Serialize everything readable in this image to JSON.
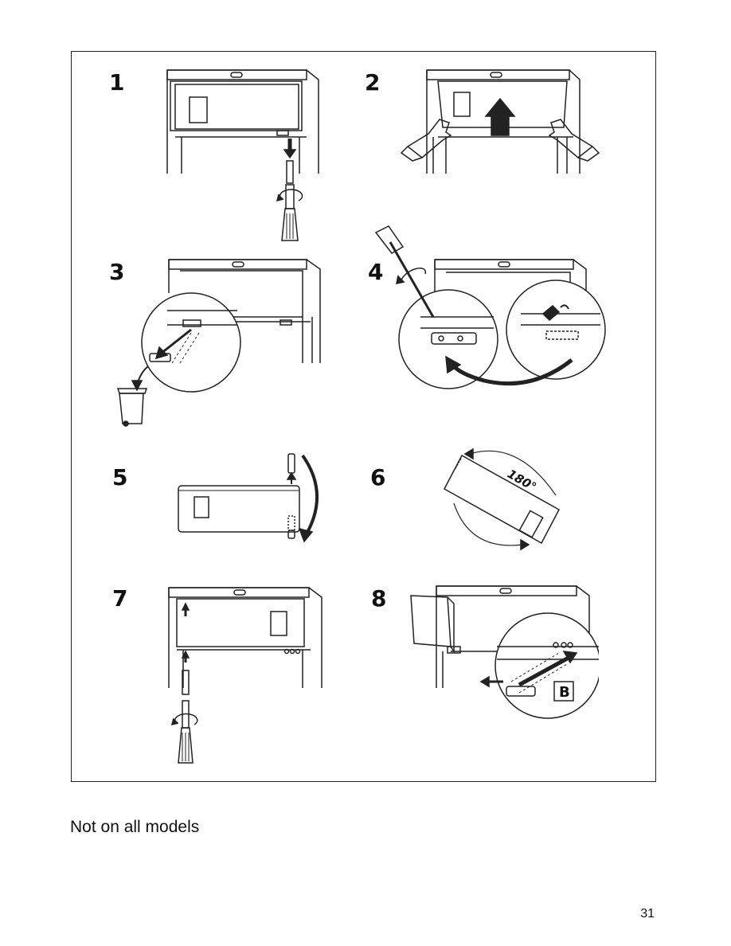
{
  "steps": [
    {
      "number": "1"
    },
    {
      "number": "2"
    },
    {
      "number": "3"
    },
    {
      "number": "4"
    },
    {
      "number": "5"
    },
    {
      "number": "6"
    },
    {
      "number": "7"
    },
    {
      "number": "8"
    }
  ],
  "labels": {
    "rotation": "180°",
    "part_b": "B"
  },
  "caption": "Not on all models",
  "page_number": "31"
}
